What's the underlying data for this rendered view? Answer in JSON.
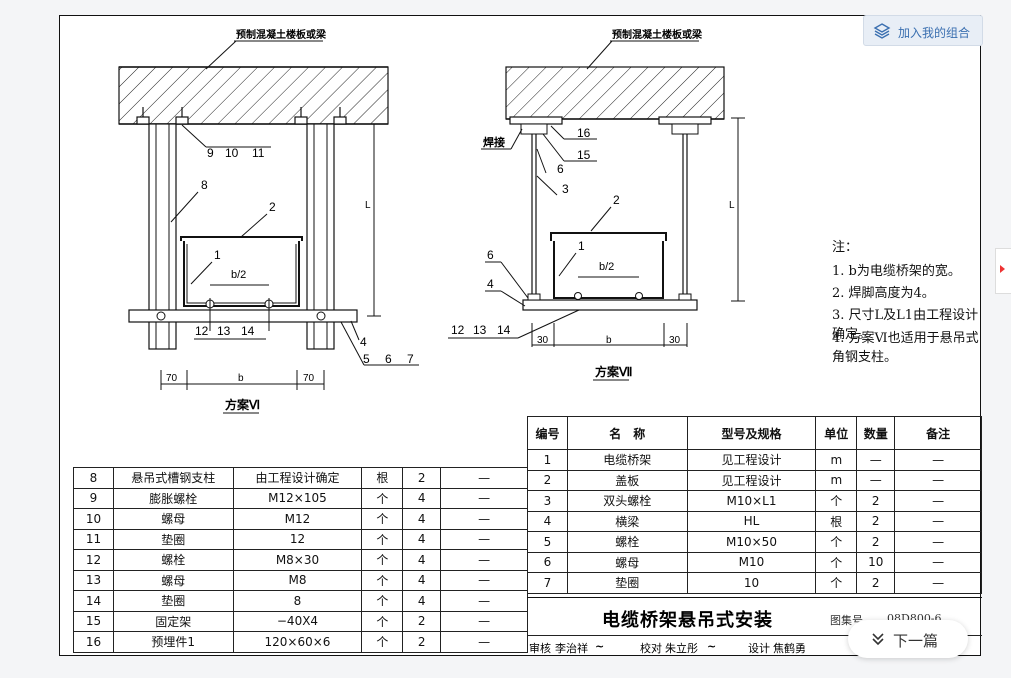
{
  "plan6": {
    "ceiling_label": "预制混凝土楼板或梁",
    "callouts": [
      "9",
      "10",
      "11",
      "8",
      "2",
      "1",
      "b/2",
      "12",
      "13",
      "14",
      "4",
      "5",
      "6",
      "7",
      "L"
    ],
    "dims": [
      "70",
      "b",
      "70"
    ],
    "caption": "方案Ⅵ"
  },
  "plan7": {
    "ceiling_label": "预制混凝土楼板或梁",
    "weld_label": "焊接",
    "callouts": [
      "16",
      "15",
      "6",
      "3",
      "2",
      "1",
      "b/2",
      "6",
      "4",
      "12",
      "13",
      "14",
      "L"
    ],
    "dims": [
      "30",
      "b",
      "30"
    ],
    "caption": "方案Ⅶ"
  },
  "notes": {
    "head": "注：",
    "items": [
      "1. b为电缆桥架的宽。",
      "2. 焊脚高度为4。",
      "3. 尺寸L及L1由工程设计确定。",
      "4. 方案Ⅵ也适用于悬吊式角钢支柱。"
    ]
  },
  "parts_right": {
    "headers": [
      "编号",
      "名　称",
      "型号及规格",
      "单位",
      "数量",
      "备注"
    ],
    "rows": [
      [
        "1",
        "电缆桥架",
        "见工程设计",
        "m",
        "—",
        "—"
      ],
      [
        "2",
        "盖板",
        "见工程设计",
        "m",
        "—",
        "—"
      ],
      [
        "3",
        "双头螺栓",
        "M10×L1",
        "个",
        "2",
        "—"
      ],
      [
        "4",
        "横梁",
        "HL",
        "根",
        "2",
        "—"
      ],
      [
        "5",
        "螺栓",
        "M10×50",
        "个",
        "2",
        "—"
      ],
      [
        "6",
        "螺母",
        "M10",
        "个",
        "10",
        "—"
      ],
      [
        "7",
        "垫圈",
        "10",
        "个",
        "2",
        "—"
      ]
    ]
  },
  "parts_left": {
    "rows": [
      [
        "8",
        "悬吊式槽钢支柱",
        "由工程设计确定",
        "根",
        "2",
        "—"
      ],
      [
        "9",
        "膨胀螺栓",
        "M12×105",
        "个",
        "4",
        "—"
      ],
      [
        "10",
        "螺母",
        "M12",
        "个",
        "4",
        "—"
      ],
      [
        "11",
        "垫圈",
        "12",
        "个",
        "4",
        "—"
      ],
      [
        "12",
        "螺栓",
        "M8×30",
        "个",
        "4",
        "—"
      ],
      [
        "13",
        "螺母",
        "M8",
        "个",
        "4",
        "—"
      ],
      [
        "14",
        "垫圈",
        "8",
        "个",
        "4",
        "—"
      ],
      [
        "15",
        "固定架",
        "−40X4",
        "个",
        "2",
        "—"
      ],
      [
        "16",
        "预埋件1",
        "120×60×6",
        "个",
        "2",
        "—"
      ]
    ]
  },
  "title_block": {
    "title": "电缆桥架悬吊式安装",
    "atlas_label": "图集号",
    "atlas_no": "08D800-6",
    "sign": [
      "审核",
      "李治祥",
      "校对",
      "朱立彤",
      "设计",
      "焦鹤勇"
    ]
  },
  "ui": {
    "fav_label": "加入我的组合",
    "next_label": "下一篇"
  }
}
